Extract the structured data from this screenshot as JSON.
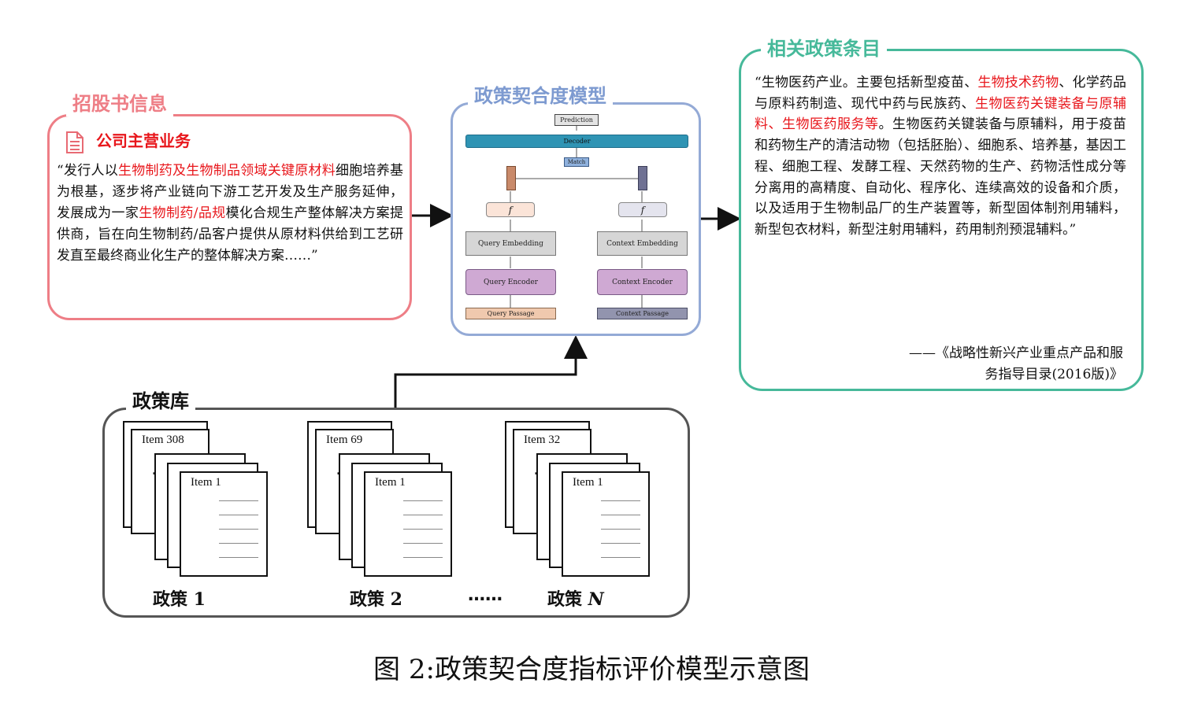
{
  "prospectus": {
    "title": "招股书信息",
    "section_label": "公司主营业务",
    "icon": "document-icon",
    "quote_open": "“发行人以",
    "highlight1": "生物制药及生物制品领域关键原材料",
    "text2": "细胞培养基为根基，逐步将产业链向下游工艺开发及生产服务延伸，发展成为一家",
    "highlight2": "生物制药/品规",
    "text3": "模化合规生产整体解决方案提供商，旨在向生物制药/品客户提供从原材料供给到工艺研发直至最终商业化生产的整体解决方案……”"
  },
  "model": {
    "title": "政策契合度模型",
    "prediction": "Prediction",
    "decoder": "Decoder",
    "match": "Match",
    "f_left": "f",
    "f_right": "f",
    "query_embedding": "Query Embedding",
    "context_embedding": "Context Embedding",
    "query_encoder": "Query Encoder",
    "context_encoder": "Context Encoder",
    "query_passage": "Query Passage",
    "context_passage": "Context Passage"
  },
  "policy": {
    "title": "相关政策条目",
    "p1": "“生物医药产业。主要包括新型疫苗、",
    "h1": "生物技术药物",
    "p2": "、化学药品与原料药制造、现代中药与民族药、",
    "h2": "生物医药关键装备与原辅料、生物医药服务等",
    "p3": "。生物医药关键装备与原辅料，用于疫苗和药物生产的清洁动物（包括胚胎）、细胞系、培养基，基因工程、细胞工程、发酵工程、天然药物的生产、药物活性成分等分离用的高精度、自动化、程序化、连续高效的设备和介质，以及适用于生物制品厂的生产装置等，新型固体制剂用辅料，新型包衣材料，新型注射用辅料，药用制剂预混辅料。”",
    "source_line1": "——《战略性新兴产业重点产品和服",
    "source_line2": "务指导目录(2016版)》"
  },
  "library": {
    "title": "政策库",
    "groups": [
      {
        "top_item": "Item 308",
        "bottom_item": "Item 1",
        "ellipsis": "⋱",
        "label": "政策 1"
      },
      {
        "top_item": "Item 69",
        "bottom_item": "Item 1",
        "ellipsis": "⋱",
        "label": "政策 2"
      },
      {
        "top_item": "Item 32",
        "bottom_item": "Item 1",
        "ellipsis": "⋱",
        "label_prefix": "政策 ",
        "label_italic": "N"
      }
    ],
    "between_dots": "……"
  },
  "caption": "图 2:政策契合度指标评价模型示意图",
  "colors": {
    "prospectus": "#ee7e86",
    "model": "#94aad6",
    "policy": "#46b99a",
    "library": "#555555",
    "highlight": "#e8161b",
    "query_side": "#e8a98a",
    "context_side": "#8a8ca6"
  }
}
